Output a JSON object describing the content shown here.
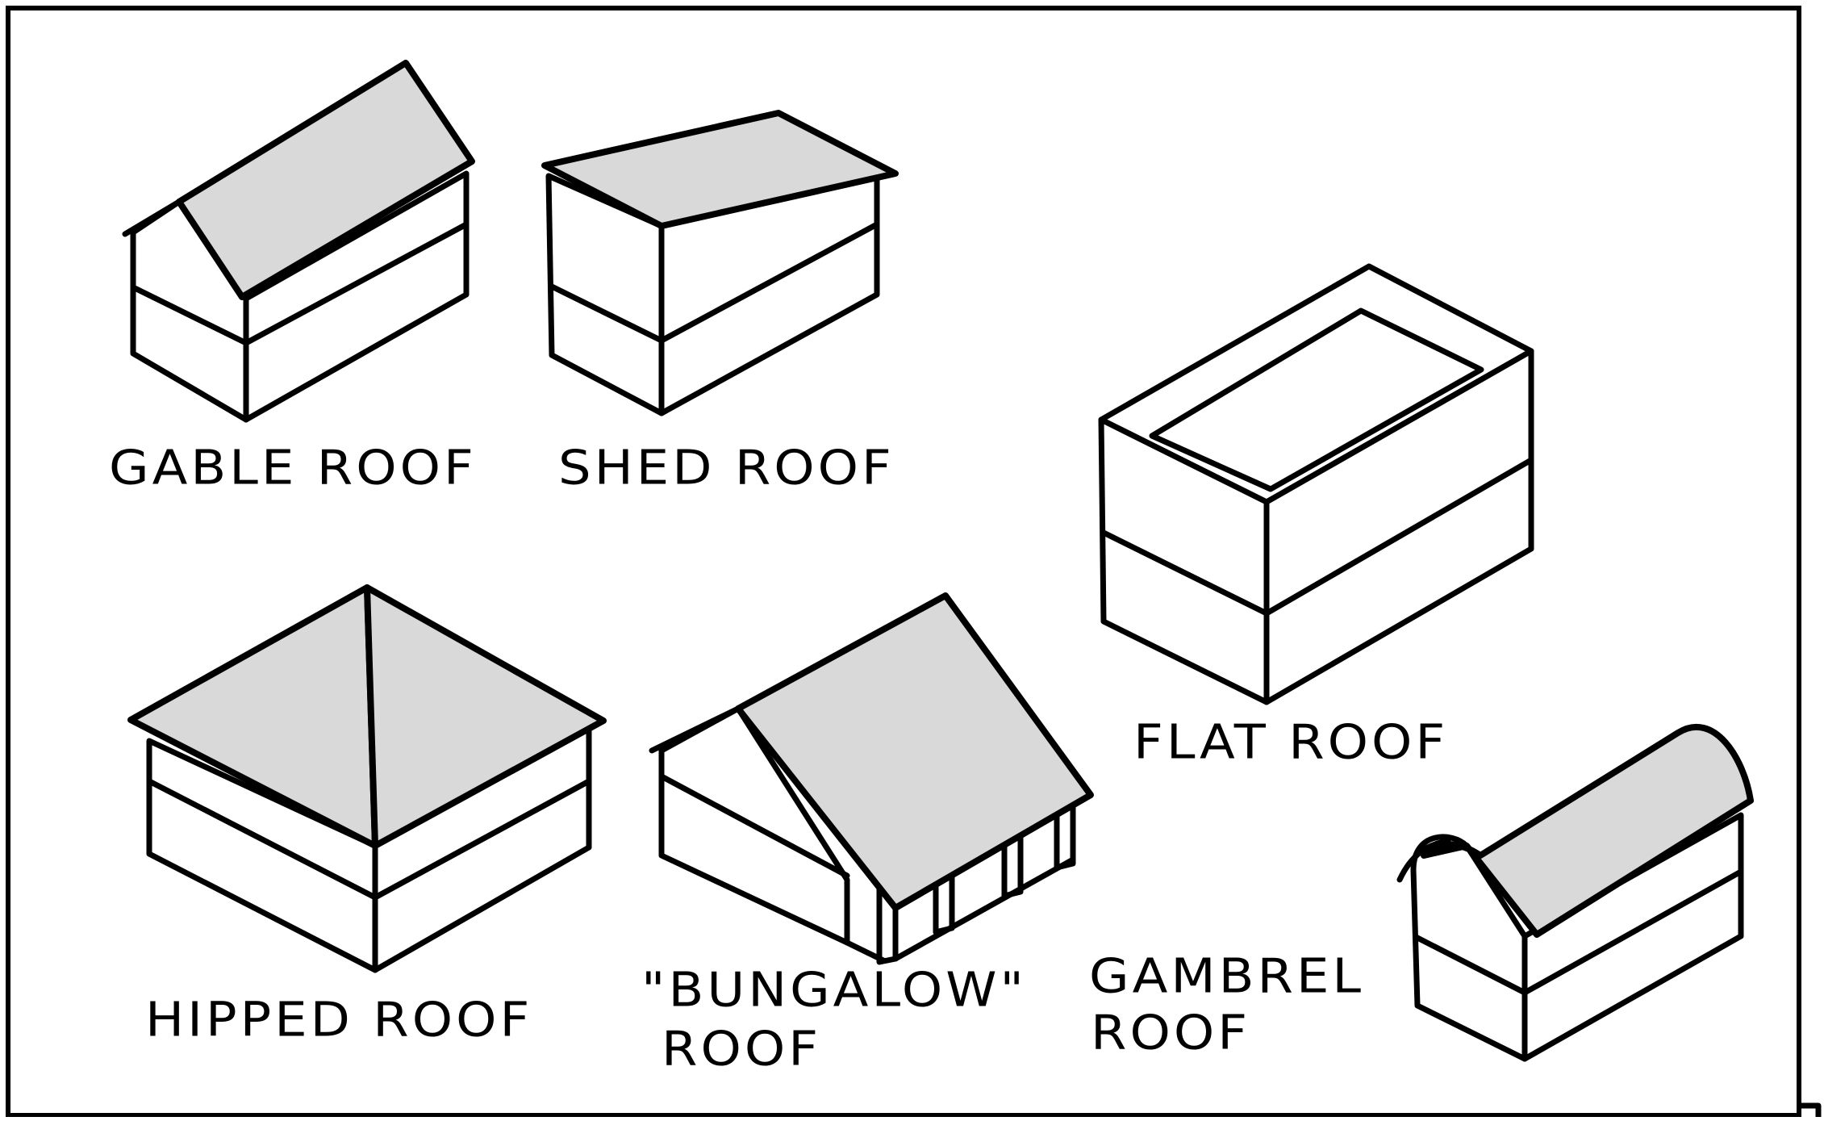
{
  "labels": {
    "gable": "GABLE ROOF",
    "shed": "SHED ROOF",
    "flat": "FLAT ROOF",
    "hipped": "HIPPED ROOF",
    "bungalow_line1": "\"BUNGALOW\"",
    "bungalow_line2": "ROOF",
    "gambrel_line1": "GAMBREL",
    "gambrel_line2": "ROOF"
  },
  "colors": {
    "ink": "#000000",
    "paper": "#ffffff",
    "roof_fill": "#d9d9d9"
  }
}
